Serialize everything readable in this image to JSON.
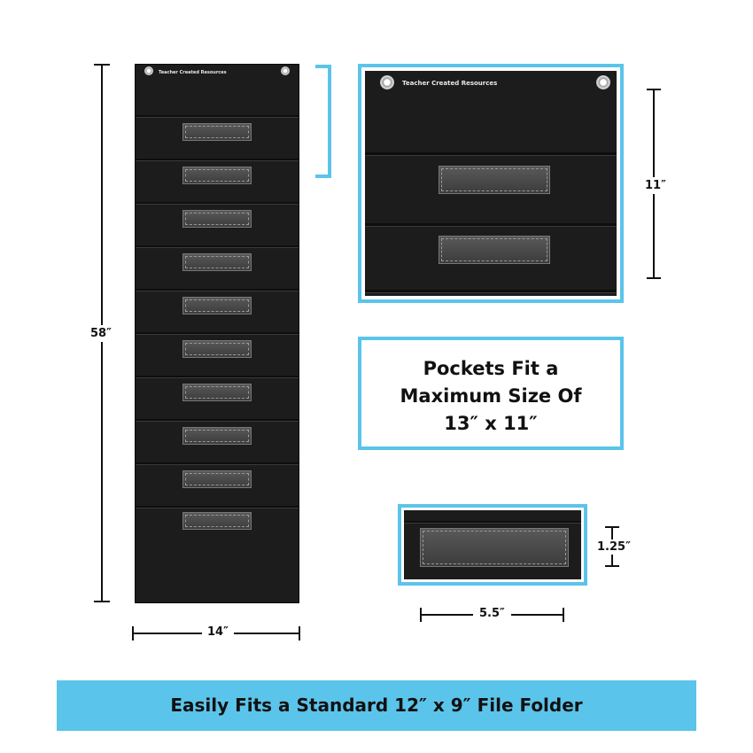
{
  "brand": {
    "name": "Teacher Created Resources"
  },
  "dimensions": {
    "tall_height": "58″",
    "tall_width": "14″",
    "small_height": "11″",
    "card_height": "1.25″",
    "card_width": "5.5″"
  },
  "callout": {
    "line1": "Pockets Fit a",
    "line2": "Maximum Size Of",
    "line3": "13″ x 11″"
  },
  "banner": {
    "text": "Easily Fits a Standard 12″ x 9″ File Folder"
  },
  "colors": {
    "accent": "#5bc4ea",
    "chart": "#1c1c1c",
    "text": "#111111"
  }
}
